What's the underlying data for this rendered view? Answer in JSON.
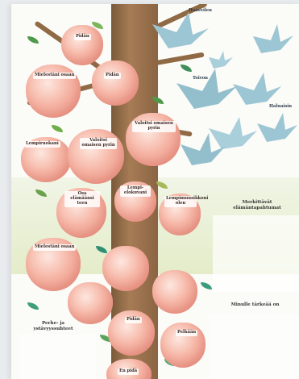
{
  "apples": [
    {
      "id": "a1",
      "text": "Pidän"
    },
    {
      "id": "a2",
      "text": "Mielestäni osaan"
    },
    {
      "id": "a3",
      "text": "Pidän"
    },
    {
      "id": "a4",
      "text": "Valoitsi omaisen pyrin"
    },
    {
      "id": "a5",
      "text": "Lempiruokani"
    },
    {
      "id": "a6",
      "text": "Valoitsi omaisen pyrin"
    },
    {
      "id": "a7",
      "text": "Lempi-elokuvani"
    },
    {
      "id": "a8",
      "text": "Osa elämäänsi teen"
    },
    {
      "id": "a9",
      "text": "Lempimuusikkoni olen"
    },
    {
      "id": "a10",
      "text": "Mielestäni osaan"
    },
    {
      "id": "a11",
      "text": "Pidän"
    },
    {
      "id": "a12",
      "text": "Pelkään"
    },
    {
      "id": "a13",
      "text": "En pidä"
    }
  ],
  "birds": {
    "label1": "Haaveilen",
    "label2": "Toivon",
    "label3": "Haluaisin"
  },
  "side": {
    "box1": "Merkittävät elämäntapahtumat",
    "box2": "Minulle tärkeää on",
    "box3": "Perhe- ja ystävyyssuhteet"
  }
}
